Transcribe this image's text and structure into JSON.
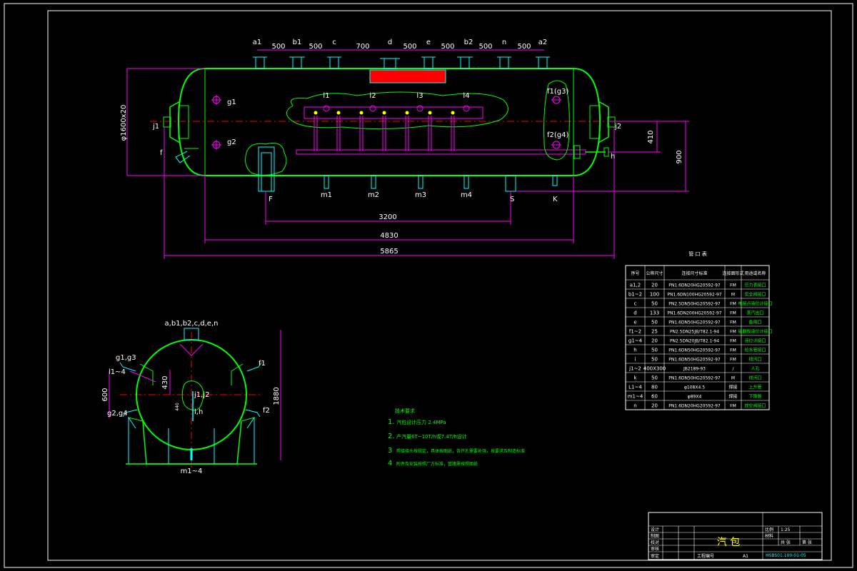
{
  "colors": {
    "background": "#000000",
    "frame": "#ffffff",
    "vessel": "#00ff00",
    "dimension": "#ff00ff",
    "centerline": "#ff0000",
    "nozzle": "#00ffff",
    "label": "#ffffff",
    "note": "#00ff00",
    "table_text": "#ffffff",
    "table_desc": "#00ff00",
    "heading": "#ffff00",
    "manhole": "#ff0000"
  },
  "front_view": {
    "top_nozzles": [
      "a1",
      "b1",
      "c",
      "d",
      "e",
      "b2",
      "n",
      "a2"
    ],
    "top_spacings": [
      "500",
      "500",
      "700",
      "500",
      "500",
      "500",
      "500"
    ],
    "internal_tags": [
      "l1",
      "l2",
      "l3",
      "l4"
    ],
    "bottom_tags": [
      "m1",
      "m2",
      "m3",
      "m4"
    ],
    "side_left": {
      "g1": "g1",
      "g2": "g2",
      "j1": "j1",
      "f": "f"
    },
    "side_right": {
      "f1": "f1(g3)",
      "f2": "f2(g4)",
      "j2": "j2",
      "h": "h"
    },
    "support_left": "F",
    "support_right": "S",
    "k_label": "K",
    "dim_diameter": "φ1600x20",
    "dim_410": "410",
    "dim_900": "900",
    "dim_3200": "3200",
    "dim_4830": "4830",
    "dim_5865": "5865"
  },
  "side_view": {
    "top_label": "a,b1,b2,c,d,e,n",
    "g13": "g1,g3",
    "l14": "l1~4",
    "g24": "g2,g4",
    "f1": "f1",
    "f2": "f2",
    "j12": "j1,j2",
    "lh": "l,h",
    "m14": "m1~4",
    "dim_430": "430",
    "dim_600": "600",
    "dim_1880": "1880",
    "dim_440": "440"
  },
  "notes": {
    "heading": "技术要求",
    "items": [
      {
        "num": "1.",
        "text": "汽包设计压力 2.4MPa"
      },
      {
        "num": "2.",
        "text": "产汽量6T~10T/h或7.4T/h设计"
      },
      {
        "num": "3",
        "text": "焊接接头按规定，具体按图纸，各开孔需要补强，按要求及制造标准"
      },
      {
        "num": "4",
        "text": "附件及安装按照厂方标准，管路需按照图纸"
      }
    ]
  },
  "nozzle_table": {
    "title": "管  口  表",
    "headers": [
      "序号",
      "公称尺寸",
      "连接尺寸标准",
      "连接面形式",
      "用途或名称"
    ],
    "rows": [
      [
        "a1,2",
        "20",
        "PN1.6DN20HG20592-97",
        "FM",
        "压力表接口"
      ],
      [
        "b1~2",
        "100",
        "PN1.6DN100HG20592-97",
        "M",
        "安全阀接口"
      ],
      [
        "c",
        "50",
        "PN2.5DN50HG20592-97",
        "FM",
        "电接点液位计接口"
      ],
      [
        "d",
        "133",
        "PN1.6DN200HG20592-97",
        "FM",
        "蒸汽出口"
      ],
      [
        "e",
        "50",
        "PN1.6DN50HG20592-97",
        "FM",
        "备用口"
      ],
      [
        "f1~2",
        "25",
        "PN2.5DN25JB/T82.1-94",
        "FM",
        "磁翻板液位计接口"
      ],
      [
        "g1~4",
        "20",
        "PN2.5DN20JB/T82.1-94",
        "FM",
        "液位计接口"
      ],
      [
        "h",
        "50",
        "PN1.6DN50HG20592-97",
        "FM",
        "给水管接口"
      ],
      [
        "i",
        "50",
        "PN1.6DN50HG20592-97",
        "FM",
        "排污口"
      ],
      [
        "j1~2",
        "400X300",
        "JB2189-93",
        "/",
        "人孔"
      ],
      [
        "k",
        "50",
        "PN1.6DN50HG20592-97",
        "M",
        "排污口"
      ],
      [
        "L1~4",
        "80",
        "φ108X4.5",
        "焊接",
        "上升管"
      ],
      [
        "m1~4",
        "60",
        "φ89X4",
        "焊接",
        "下降管"
      ],
      [
        "n",
        "20",
        "PN1.6DN20HG20592-97",
        "FM",
        "放空阀接口"
      ]
    ]
  },
  "title_block": {
    "roles": [
      "设计",
      "制图",
      "校对",
      "审核",
      "审定"
    ],
    "drawing_name": "汽  包",
    "scale_label": "比例",
    "scale_value": "1:25",
    "sheet_label": "共  张",
    "sheet_value": "第  张",
    "material_label": "材料",
    "company": "",
    "drawing_no": "HSBS01.100-01-05",
    "footer_left": "工程编号",
    "footer_mid": "A1"
  }
}
